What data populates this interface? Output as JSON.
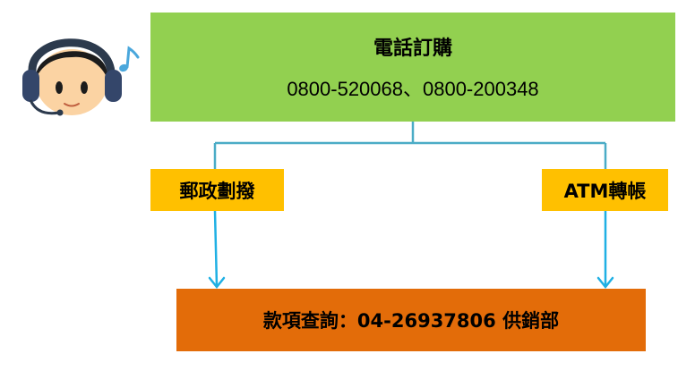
{
  "order": {
    "title": "電話訂購",
    "phones": "0800-520068、0800-200348"
  },
  "payment_methods": {
    "postal": "郵政劃撥",
    "atm": "ATM轉帳"
  },
  "inquiry": {
    "text": "款項查詢：04-26937806 供銷部"
  },
  "icons": {
    "support": "customer-support-headset-icon",
    "music_note": "music-note-icon"
  },
  "colors": {
    "order_box": "#92d050",
    "payment_box": "#ffc000",
    "inquiry_box": "#e36c09",
    "connector": "#4bacc6",
    "arrow": "#1fb0e4"
  }
}
